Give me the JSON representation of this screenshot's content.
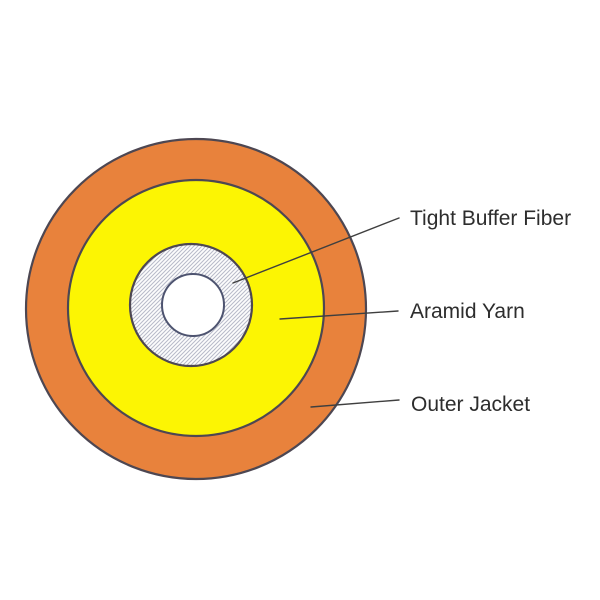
{
  "diagram": {
    "labels": {
      "tight_buffer_fiber": "Tight Buffer Fiber",
      "aramid_yarn": "Aramid Yarn",
      "outer_jacket": "Outer Jacket"
    },
    "colors": {
      "background": "#ffffff",
      "outer_jacket_fill": "#E8823C",
      "aramid_yarn_fill": "#FCF503",
      "buffer_hatch_line": "#b7bac8",
      "buffer_hatch_bg": "#fdfdfd",
      "fiber_core_fill": "#ffffff",
      "circle_outline": "#4d4752",
      "core_outline": "#4e5470",
      "leader_line": "#3f3f3f",
      "label_text": "#2d2d2d"
    }
  }
}
